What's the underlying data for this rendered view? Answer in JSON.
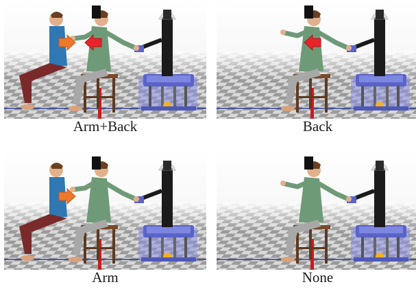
{
  "figure": {
    "panels": [
      {
        "caption": "Arm+Back",
        "human_arm_touch": true,
        "back_touch": true,
        "arrows": [
          "push-right",
          "push-left"
        ]
      },
      {
        "caption": "Back",
        "human_arm_touch": false,
        "back_touch": true,
        "arrows": [
          "push-left"
        ]
      },
      {
        "caption": "Arm",
        "human_arm_touch": true,
        "back_touch": false,
        "arrows": [
          "push-right"
        ]
      },
      {
        "caption": "None",
        "human_arm_touch": false,
        "back_touch": false,
        "arrows": []
      }
    ],
    "colors": {
      "arrow_orange": "#f0782a",
      "arrow_red": "#e8242a",
      "front_person_shirt": "#2f78b3",
      "front_person_pants": "#7a2a2a",
      "patient_shirt": "#6f9a78",
      "patient_pants": "#a8a8a8",
      "robot_blue": "#5a63c9"
    }
  }
}
